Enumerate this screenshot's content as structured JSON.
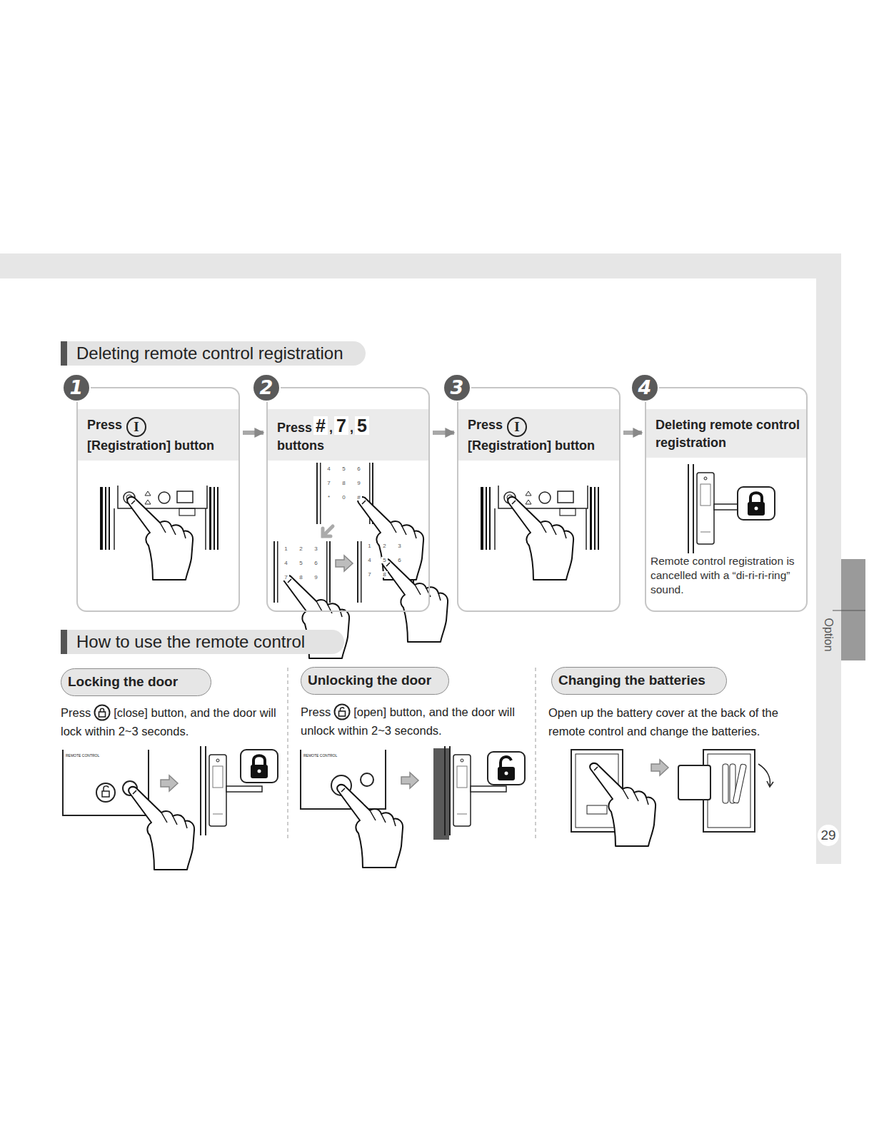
{
  "diagram": {
    "nodes": [
      {
        "text": [
          "Deleting remote control registration"
        ]
      },
      {
        "text": [
          "Press",
          "I",
          "[Registration] button"
        ]
      },
      {
        "text": [
          "Press",
          "#",
          ",",
          "7",
          ",",
          "5",
          "buttons"
        ]
      },
      {
        "text": [
          "Press",
          "I",
          "[Registration] button"
        ]
      },
      {
        "text": [
          "Deleting remote control registration",
          "Remote control registration is cancelled with a “di-ri-ri-ring” sound."
        ]
      },
      {
        "text": [
          "How to use the remote control"
        ]
      },
      {
        "text": [
          "Locking the door"
        ]
      },
      {
        "text": [
          "Unlocking the door"
        ]
      },
      {
        "text": [
          "Changing the batteries"
        ]
      }
    ],
    "edges": [
      {
        "from": 1,
        "to": 2,
        "arrow": "to"
      },
      {
        "from": 2,
        "to": 3,
        "arrow": "to"
      },
      {
        "from": 3,
        "to": 4,
        "arrow": "to"
      }
    ],
    "labels": [
      "1",
      "2",
      "3",
      "4",
      "4",
      "5",
      "6",
      "7",
      "8",
      "9",
      "*",
      "0",
      "#",
      "1",
      "2",
      "3",
      "4",
      "5",
      "6",
      "7",
      "8",
      "9",
      "1",
      "2",
      "3",
      "4",
      "5",
      "6",
      "7",
      "8",
      "REMOTE CONTROL",
      "Press",
      "[close] button, and the door will lock within 2~3 seconds.",
      "REMOTE CONTROL",
      "Press",
      "[open] button, and the door will unlock within 2~3 seconds.",
      "Open up the battery cover at the back of the remote control and change the batteries.",
      "Option",
      "29"
    ]
  }
}
